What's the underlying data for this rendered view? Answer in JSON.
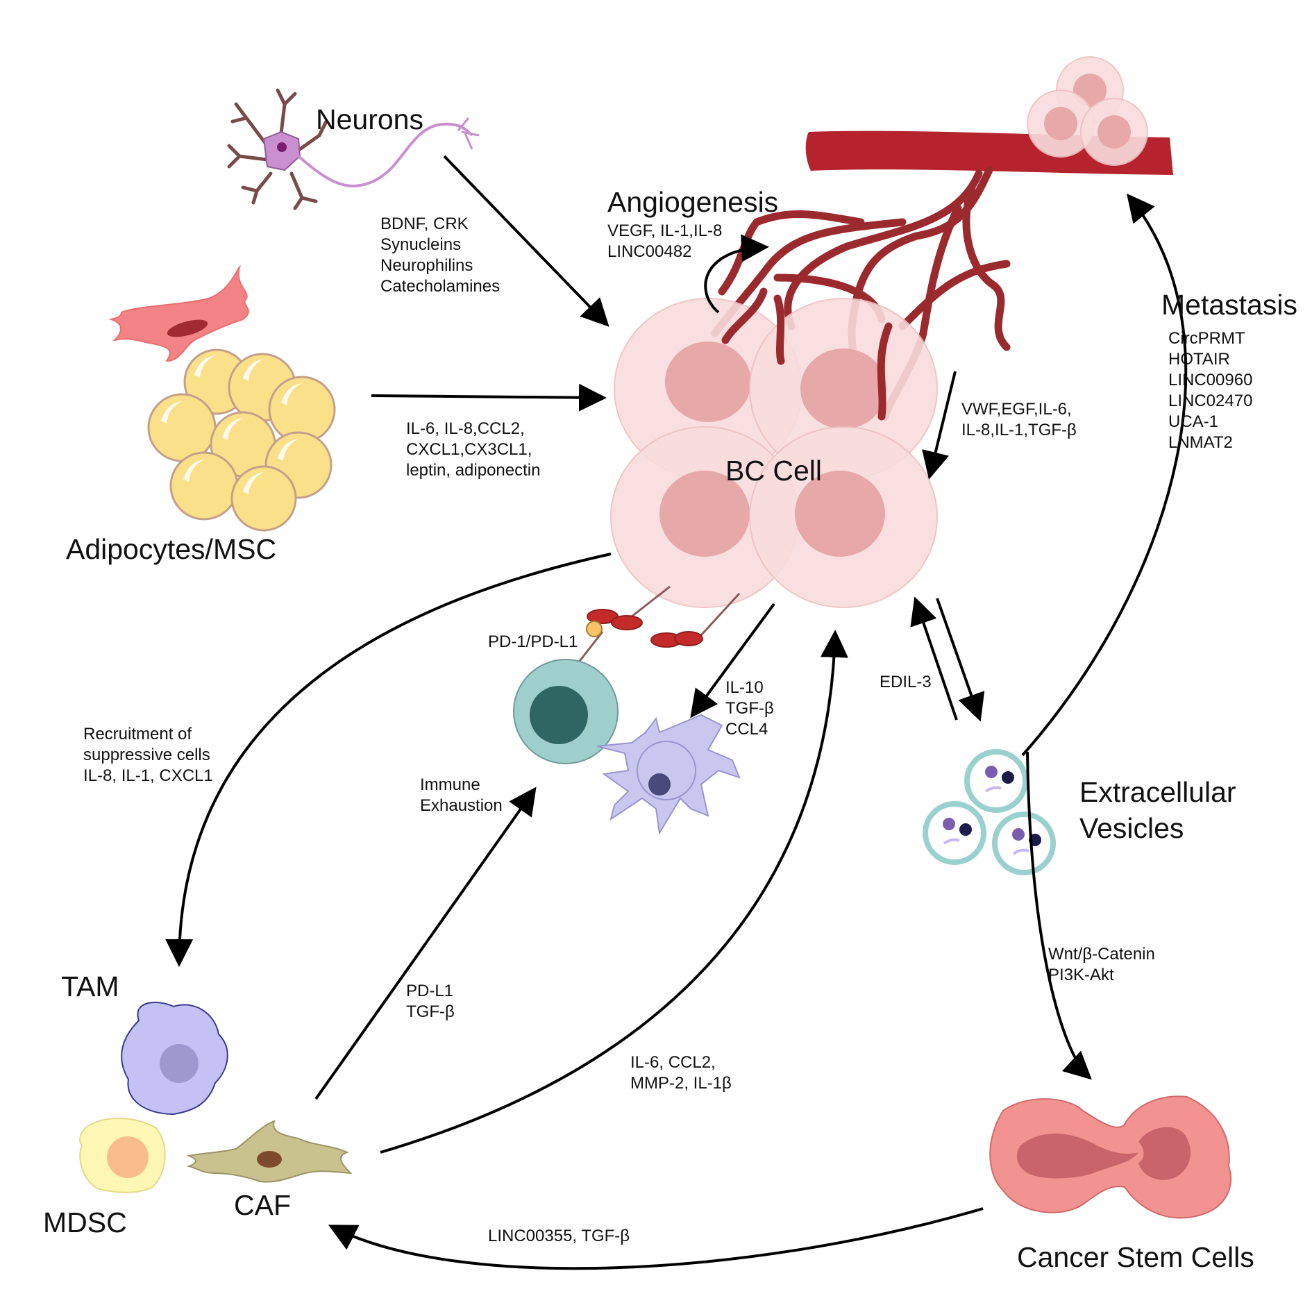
{
  "labels": {
    "neurons": "Neurons",
    "angiogenesis": "Angiogenesis",
    "metastasis": "Metastasis",
    "adipocytes": "Adipocytes/MSC",
    "bc_cell": "BC Cell",
    "ev_line1": "Extracellular",
    "ev_line2": "Vesicles",
    "tam": "TAM",
    "mdsc": "MDSC",
    "caf": "CAF",
    "csc": "Cancer Stem Cells"
  },
  "annotations": {
    "neurons": [
      "BDNF, CRK",
      "Synucleins",
      "Neurophilins",
      "Catecholamines"
    ],
    "angiogenesis": [
      "VEGF, IL-1,IL-8",
      "LINC00482"
    ],
    "metastasis": [
      "CircPRMT",
      "HOTAIR",
      "LINC00960",
      "LINC02470",
      "UCA-1",
      "LNMAT2"
    ],
    "adipocytes": [
      "IL-6, IL-8,CCL2,",
      "CXCL1,CX3CL1,",
      "leptin, adiponectin"
    ],
    "vessel_to_bc": [
      "VWF,EGF,IL-6,",
      "IL-8,IL-1,TGF-β"
    ],
    "pd1": "PD-1/PD-L1",
    "bc_to_immune": [
      "IL-10",
      "TGF-β",
      "CCL4"
    ],
    "edil": "EDIL-3",
    "recruitment": [
      "Recruitment of",
      "suppressive cells",
      "IL-8, IL-1, CXCL1"
    ],
    "immune_exhaustion": [
      "Immune",
      "Exhaustion"
    ],
    "caf_to_immune": [
      "PD-L1",
      "TGF-β"
    ],
    "caf_to_bc": [
      "IL-6, CCL2,",
      "MMP-2, IL-1β"
    ],
    "wnt": [
      "Wnt/β-Catenin",
      "PI3K-Akt"
    ],
    "csc_to_caf": "LINC00355, TGF-β"
  },
  "colors": {
    "vessel": "#b5242e",
    "bc_cell": "#f9dcdc",
    "nucleus": "#e6a8a8",
    "neuron": "#c98fcf",
    "fat": "#fbe08a",
    "tcell": "#9fcfcc",
    "dendritic": "#c9c7f0",
    "tam": "#c4c2f5",
    "mdsc": "#fff7b3",
    "caf": "#c9c28e",
    "csc": "#f39391",
    "vesicle": "#9ad1cf"
  }
}
